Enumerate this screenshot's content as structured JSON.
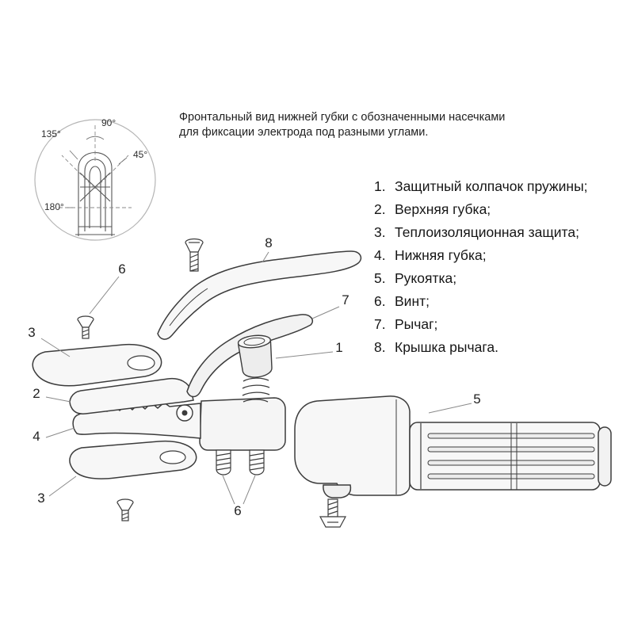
{
  "description": {
    "line1": "Фронтальный вид нижней губки с обозначенными насечками",
    "line2": "для фиксации электрода под разными углами."
  },
  "detail": {
    "angle_90": "90°",
    "angle_135": "135°",
    "angle_45": "45°",
    "angle_180": "180°"
  },
  "legend": {
    "items": [
      {
        "num": "1.",
        "label": "Защитный колпачок пружины;"
      },
      {
        "num": "2.",
        "label": "Верхняя губка;"
      },
      {
        "num": "3.",
        "label": "Теплоизоляционная защита;"
      },
      {
        "num": "4.",
        "label": "Нижняя губка;"
      },
      {
        "num": "5.",
        "label": "Рукоятка;"
      },
      {
        "num": "6.",
        "label": "Винт;"
      },
      {
        "num": "7.",
        "label": "Рычаг;"
      },
      {
        "num": "8.",
        "label": "Крышка рычага."
      }
    ]
  },
  "callouts": {
    "screw_top": "6",
    "lever_cover": "8",
    "shield_top": "3",
    "lever": "7",
    "spring_cap": "1",
    "upper_jaw": "2",
    "lower_jaw": "4",
    "handle": "5",
    "shield_bottom": "3",
    "screws_bottom": "6"
  },
  "colors": {
    "line": "#3c3c3c",
    "leader": "#8a8a8a",
    "fill_light": "#f7f7f7"
  }
}
